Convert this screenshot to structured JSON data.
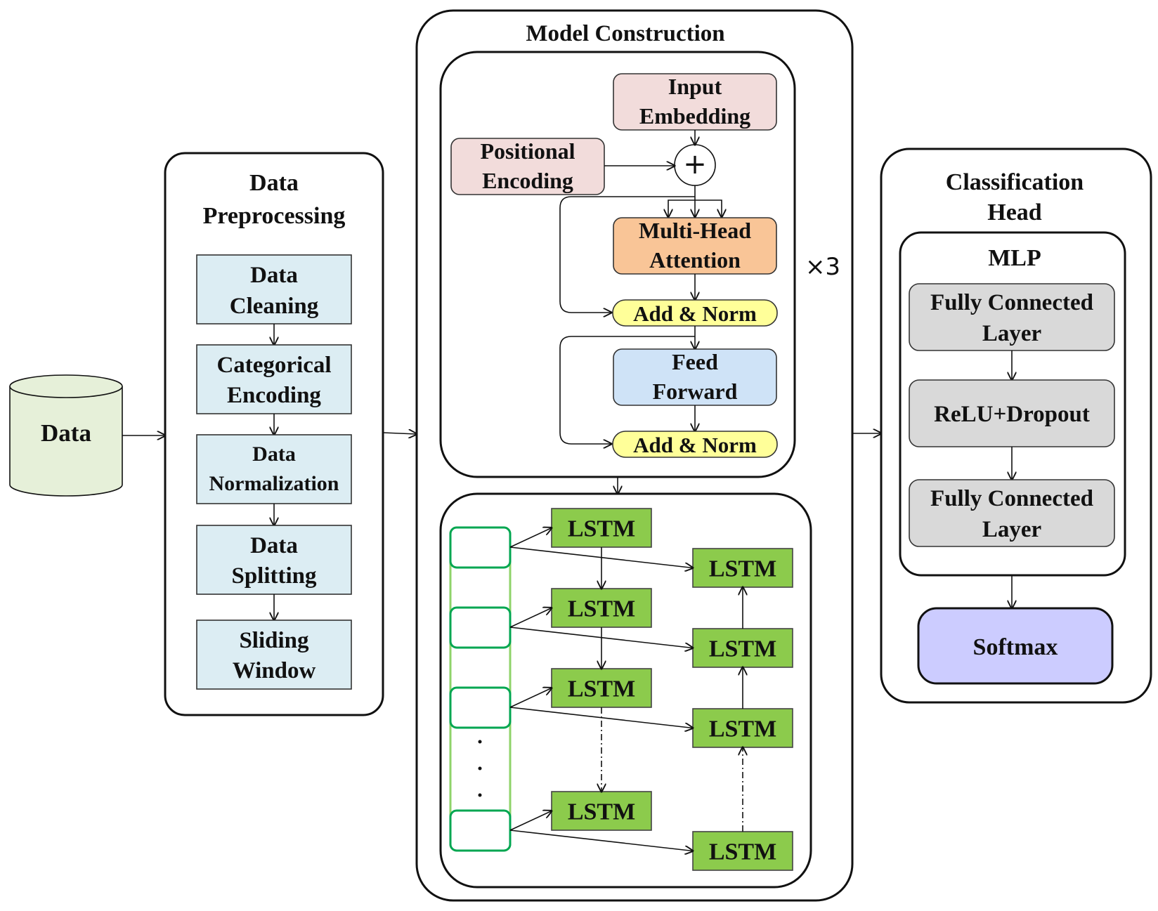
{
  "data_source": {
    "label": "Data",
    "color": "#e6f0d9"
  },
  "preprocessing": {
    "title": [
      "Data",
      "Preprocessing"
    ],
    "color": "#dcedf3",
    "steps": [
      [
        "Data",
        "Cleaning"
      ],
      [
        "Categorical",
        "Encoding"
      ],
      [
        "Data",
        "Normalization"
      ],
      [
        "Data",
        "Splitting"
      ],
      [
        "Sliding",
        "Window"
      ]
    ]
  },
  "model": {
    "title": "Model Construction",
    "transformer": {
      "input_embedding": [
        "Input",
        "Embedding"
      ],
      "positional_encoding": [
        "Positional",
        "Encoding"
      ],
      "plus_symbol": "+",
      "attention": [
        "Multi-Head",
        "Attention"
      ],
      "add_norm_1": "Add & Norm",
      "feed_forward": [
        "Feed",
        "Forward"
      ],
      "add_norm_2": "Add & Norm",
      "repeat": "×3",
      "colors": {
        "embedding": "#f2dcdb",
        "attention": "#f9c597",
        "add_norm": "#ffff99",
        "feed_forward": "#cfe3f7"
      }
    },
    "bilstm": {
      "cell_label": "LSTM",
      "forward_cells": 4,
      "backward_cells": 4,
      "ellipsis": "...",
      "colors": {
        "cell": "#8ccb4c",
        "sequence": "#8fd36a"
      }
    }
  },
  "classification_head": {
    "title": [
      "Classification",
      "Head"
    ],
    "mlp": {
      "title": "MLP",
      "layers": [
        [
          "Fully Connected",
          "Layer"
        ],
        [
          "ReLU+Dropout"
        ],
        [
          "Fully Connected",
          "Layer"
        ]
      ],
      "color": "#d9d9d9"
    },
    "softmax": "Softmax",
    "softmax_color": "#ccccff"
  }
}
